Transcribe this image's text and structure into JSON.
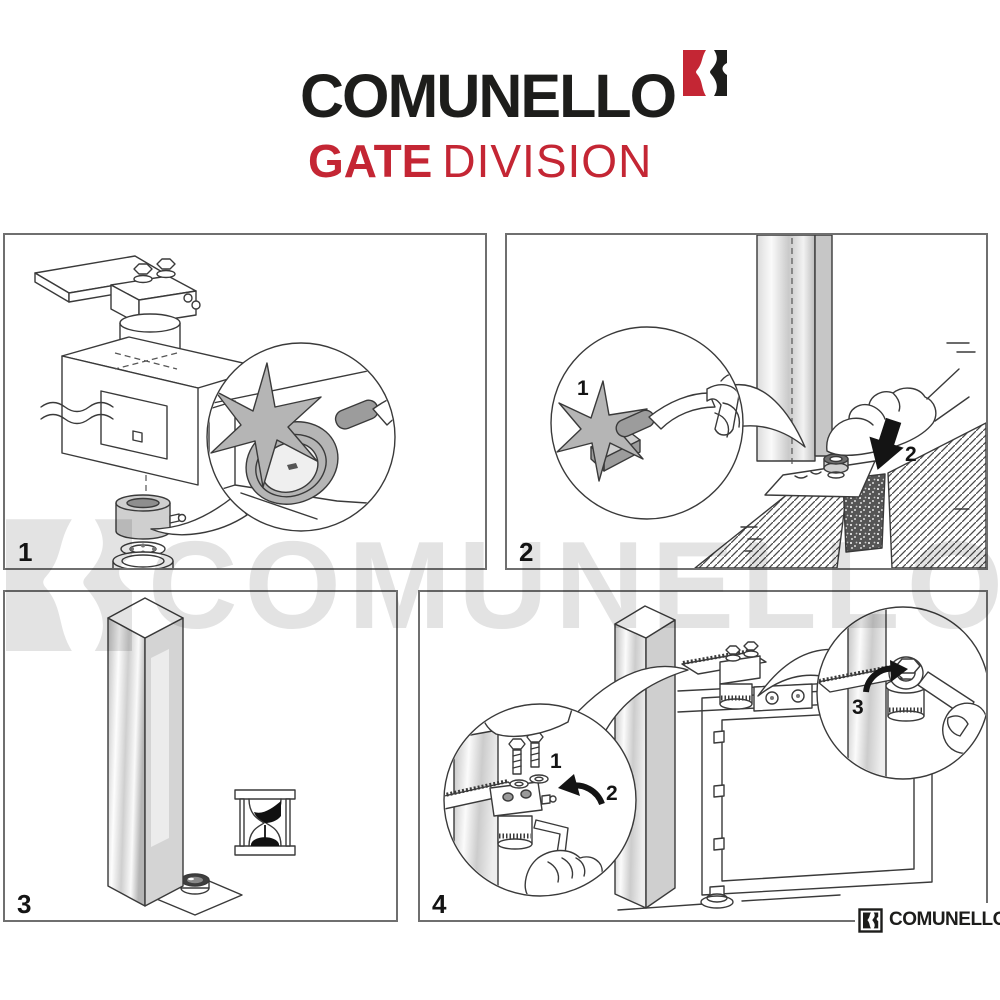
{
  "header": {
    "brand": "COMUNELLO",
    "division_bold": "GATE",
    "division_regular": "DIVISION",
    "brand_color": "#1d1d1b",
    "accent_red": "#c42634"
  },
  "watermark": {
    "brand": "COMUNELLO",
    "color": "#e3e3e3"
  },
  "panels": {
    "p1": {
      "number": "1"
    },
    "p2": {
      "number": "2",
      "callout_label": "1",
      "step_label": "2"
    },
    "p3": {
      "number": "3"
    },
    "p4": {
      "number": "4",
      "step1": "1",
      "step2": "2",
      "step3": "3"
    }
  },
  "footer": {
    "brand": "COMUNELLO"
  },
  "icons": {
    "logo_mark": "comunello-k-mark",
    "weld_spark": "weld-spark-icon",
    "welding_torch": "welding-torch-icon",
    "press_arrow": "down-arrow-icon",
    "rotate_arrow": "rotate-arrow-icon",
    "hourglass": "hourglass-icon",
    "wrench": "wrench-icon",
    "allen_key": "allen-key-icon"
  },
  "colors": {
    "panel_border": "#6f6f6f",
    "line_art": "#3a3a3a",
    "watermark_gray": "#e3e3e3",
    "concrete_dark": "#4f4f4f"
  }
}
